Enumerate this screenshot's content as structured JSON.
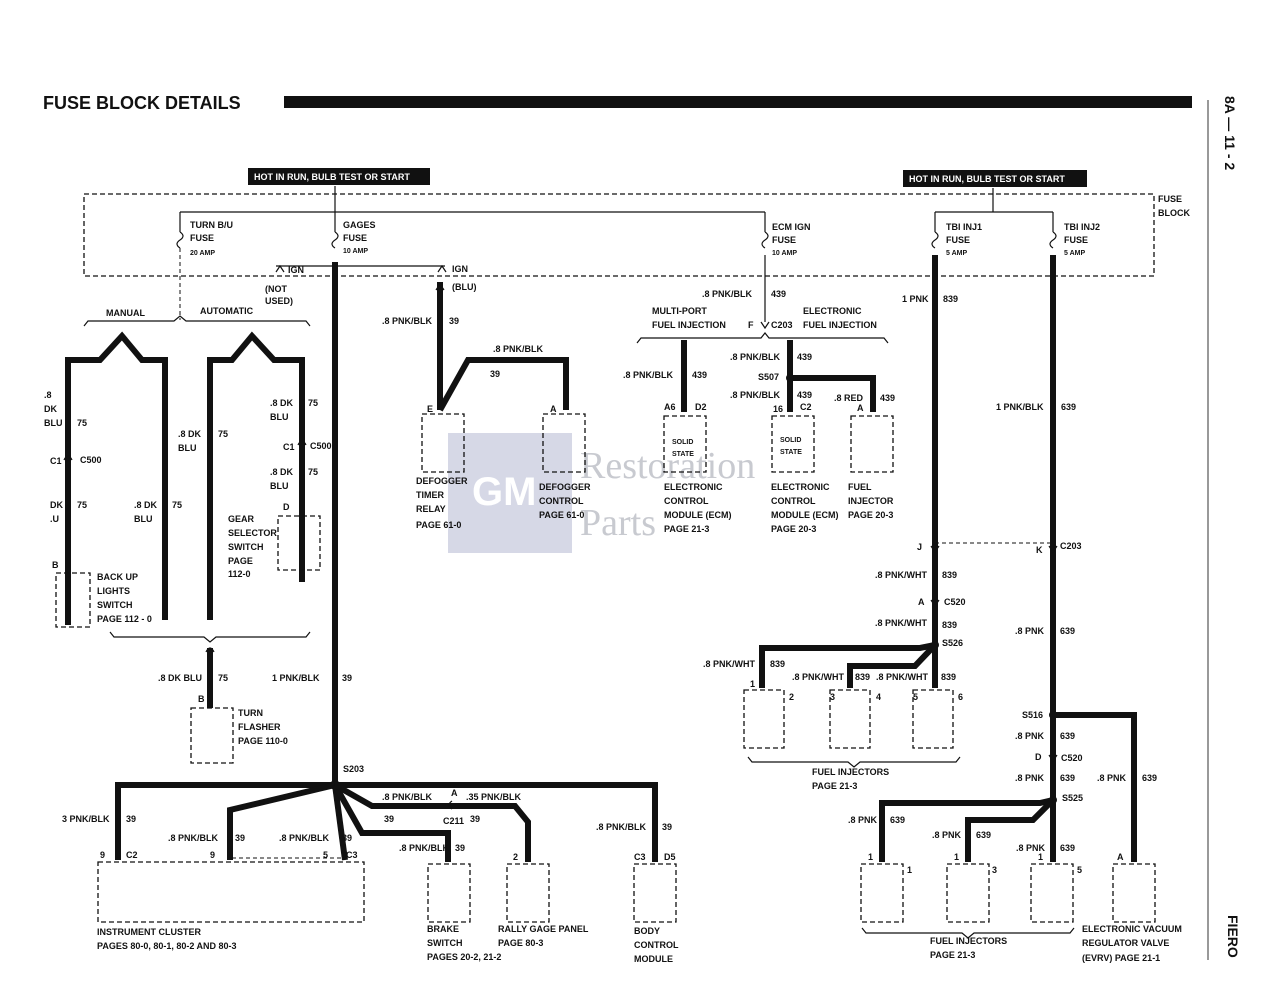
{
  "header": {
    "title": "FUSE BLOCK DETAILS",
    "page_ref": "8A — 11 - 2",
    "model": "FIERO"
  },
  "banners": {
    "left": "HOT IN RUN, BULB TEST OR START",
    "right": "HOT IN RUN, BULB TEST OR START"
  },
  "fuse_block": {
    "line1": "FUSE",
    "line2": "BLOCK"
  },
  "fuses": [
    {
      "name": "TURN B/U",
      "label": "FUSE",
      "rating": "20 AMP"
    },
    {
      "name": "GAGES",
      "label": "FUSE",
      "rating": "10 AMP"
    },
    {
      "name": "ECM IGN",
      "label": "FUSE",
      "rating": "10 AMP"
    },
    {
      "name": "TBI INJ1",
      "label": "FUSE",
      "rating": "5 AMP"
    },
    {
      "name": "TBI INJ2",
      "label": "FUSE",
      "rating": "5 AMP"
    }
  ],
  "ign": {
    "left": "IGN",
    "left_note1": "(NOT",
    "left_note2": "USED)",
    "right": "IGN",
    "right_note": "(BLU)"
  },
  "transmission": {
    "manual": "MANUAL",
    "automatic": "AUTOMATIC"
  },
  "wires": {
    "w8": ".8",
    "dk": "DK",
    "blu_l": "BLU",
    "w75a": "75",
    "c500": "C500",
    "c1a": "C1",
    "dk2": "DK",
    "w75b": "75",
    "u": ".U",
    "w8dk1": ".8 DK",
    "blu1": "BLU",
    "w75c": "75",
    "w8dk2": ".8 DK",
    "blu2": "BLU",
    "w75d": "75",
    "w8dk3": ".8 DK",
    "blu3": "BLU",
    "w75e": "75",
    "c500b": "C500",
    "c1b": "C1",
    "w8dk4": ".8 DK",
    "blu4": "BLU",
    "w75f": "75",
    "pb39a": ".8 PNK/BLK",
    "n39a": "39",
    "pb39b": ".8 PNK/BLK",
    "n39b": "39",
    "pb439a": ".8 PNK/BLK",
    "n439a": "439",
    "pb439b": ".8 PNK/BLK",
    "n439b": "439",
    "pb439c": ".8 PNK/BLK",
    "n439c": "439",
    "pb439d": ".8 PNK/BLK",
    "n439d": "439",
    "red439": ".8 RED",
    "n439e": "439",
    "s507": "S507",
    "c203a": "C203",
    "f": "F",
    "pnk839": "1 PNK",
    "n839": "839",
    "pb639": "1 PNK/BLK",
    "n639": "639",
    "dkblu75": ".8 DK BLU",
    "n75g": "75",
    "pb39c": "1 PNK/BLK",
    "n39c": "39",
    "s203": "S203"
  },
  "efi": {
    "mpfi1": "MULTI-PORT",
    "mpfi2": "FUEL INJECTION",
    "efi1": "ELECTRONIC",
    "efi2": "FUEL INJECTION"
  },
  "components": {
    "backup": {
      "pin": "B",
      "l1": "BACK UP",
      "l2": "LIGHTS",
      "l3": "SWITCH",
      "l4": "PAGE 112 - 0"
    },
    "gear": {
      "pin": "D",
      "l1": "GEAR",
      "l2": "SELECTOR",
      "l3": "SWITCH",
      "l4": "PAGE",
      "l5": "112-0"
    },
    "defog_relay": {
      "pin": "E",
      "l1": "DEFOGGER",
      "l2": "TIMER",
      "l3": "RELAY",
      "l4": "PAGE 61-0"
    },
    "defog_ctrl": {
      "pin": "A",
      "l1": "DEFOGGER",
      "l2": "CONTROL",
      "l3": "PAGE 61-0"
    },
    "ecm1": {
      "pin1": "A6",
      "pin2": "D2",
      "in1": "SOLID",
      "in2": "STATE",
      "l1": "ELECTRONIC",
      "l2": "CONTROL",
      "l3": "MODULE (ECM)",
      "l4": "PAGE 21-3"
    },
    "ecm2": {
      "pin1": "16",
      "pin2": "C2",
      "in1": "SOLID",
      "in2": "STATE",
      "l1": "ELECTRONIC",
      "l2": "CONTROL",
      "l3": "MODULE (ECM)",
      "l4": "PAGE 20-3"
    },
    "injector": {
      "pin": "A",
      "l1": "FUEL",
      "l2": "INJECTOR",
      "l3": "PAGE 20-3"
    },
    "flasher": {
      "pin": "B",
      "l1": "TURN",
      "l2": "FLASHER",
      "l3": "PAGE 110-0"
    },
    "cluster": {
      "pin1": "9",
      "pin2": "C2",
      "pin3": "9",
      "pin4": "5",
      "pin5": "C3",
      "l1": "INSTRUMENT CLUSTER",
      "l2": "PAGES 80-0, 80-1, 80-2 AND 80-3"
    },
    "brake": {
      "l1": "BRAKE",
      "l2": "SWITCH",
      "l3": "PAGES 20-2, 21-2"
    },
    "rally": {
      "pin": "2",
      "l1": "RALLY GAGE PANEL",
      "l2": "PAGE 80-3"
    },
    "bcm": {
      "pin1": "C3",
      "pin2": "D5",
      "l1": "BODY",
      "l2": "CONTROL",
      "l3": "MODULE"
    }
  },
  "cluster_wires": {
    "pb1": "3 PNK/BLK",
    "n1": "39",
    "pb2": ".8 PNK/BLK",
    "n2": "39",
    "pb3": ".8 PNK/BLK",
    "n3": "39",
    "pb4": ".8 PNK/BLK",
    "n4": "39",
    "pb5": ".8 PNK/BLK",
    "n5": "39",
    "pb6": ".35 PNK/BLK",
    "n6": "39",
    "a": "A",
    "c211": "C211",
    "pb7": ".8 PNK/BLK",
    "n7": "39"
  },
  "right_side": {
    "j": "J",
    "k": "K",
    "c203": "C203",
    "pw1": ".8 PNK/WHT",
    "n1": "839",
    "a": "A",
    "c520": "C520",
    "pw2": ".8 PNK/WHT",
    "n2": "839",
    "s526": "S526",
    "pw3": ".8 PNK/WHT",
    "n3": "839",
    "pw4": ".8 PNK/WHT",
    "n4": "839",
    "pw5": ".8 PNK/WHT",
    "n5": "839",
    "pnk1": ".8 PNK",
    "n6": "639",
    "s516": "S516",
    "pnk2": ".8 PNK",
    "n7": "639",
    "d": "D",
    "c520b": "C520",
    "pnk3": ".8 PNK",
    "n8": "639",
    "pnk4": ".8 PNK",
    "n9": "639",
    "s525": "S525",
    "pnk5": ".8 PNK",
    "n10": "639",
    "pnk6": ".8 PNK",
    "n11": "639",
    "pnk7": ".8 PNK",
    "n12": "639"
  },
  "injectors_top": {
    "p1": "1",
    "p2": "2",
    "p3": "3",
    "p4": "4",
    "p5": "5",
    "p6": "6",
    "l1": "FUEL INJECTORS",
    "l2": "PAGE 21-3"
  },
  "injectors_bottom": {
    "p1": "1",
    "p2": "1",
    "p3": "1",
    "p4": "3",
    "p5": "1",
    "p6": "5",
    "l1": "FUEL INJECTORS",
    "l2": "PAGE 21-3"
  },
  "evrv": {
    "pin": "A",
    "l1": "ELECTRONIC VACUUM",
    "l2": "REGULATOR VALVE",
    "l3": "(EVRV)  PAGE 21-1"
  },
  "watermark": {
    "logo": "GM",
    "w1": "Restoration",
    "w2": "Parts"
  }
}
